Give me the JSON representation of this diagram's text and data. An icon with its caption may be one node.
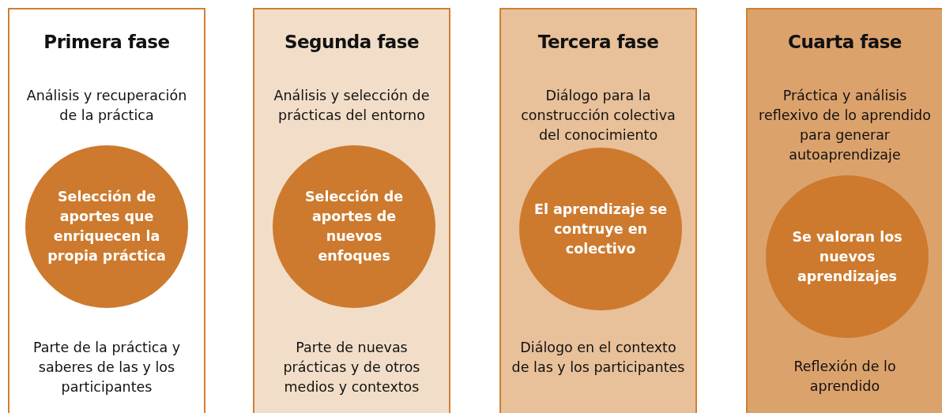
{
  "diagram": {
    "nodes": [
      {
        "text": [
          "Primera fase",
          "Análisis y recuperación de la práctica",
          "Parte de la práctica y saberes de las y los participantes"
        ]
      },
      {
        "text": [
          "Selección de aportes que enriquecen la propia práctica"
        ],
        "in": 0
      },
      {
        "text": [
          "Segunda fase",
          "Análisis y selección de prácticas del entorno",
          "Parte de nuevas prácticas y de otros medios y contextos"
        ]
      },
      {
        "text": [
          "Selección de aportes de nuevos enfoques"
        ],
        "in": 2
      },
      {
        "text": [
          "Tercera fase",
          "Diálogo para la construcción colectiva del conocimiento",
          "Diálogo en el contexto de las y los participantes"
        ]
      },
      {
        "text": [
          "El aprendizaje se contruye en colectivo"
        ],
        "in": 4
      },
      {
        "text": [
          "Cuarta fase",
          "Práctica y análisis reflexivo de lo aprendido para generar autoaprendizaje",
          "Reflexión de lo aprendido"
        ]
      },
      {
        "text": [
          "Se valoran los nuevos aprendizajes"
        ],
        "in": 6
      }
    ]
  }
}
